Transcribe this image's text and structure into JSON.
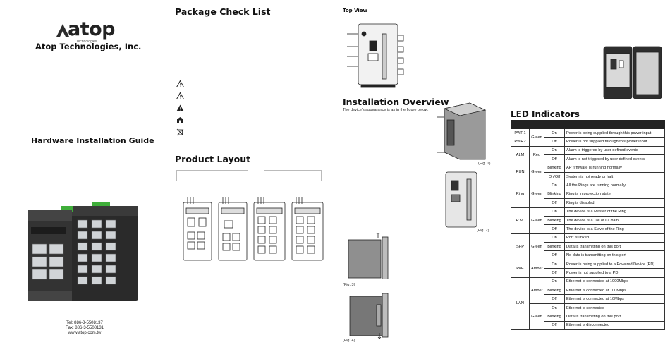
{
  "cover": {
    "logo_text": "atop",
    "logo_sub": "Technologies",
    "company": "Atop Technologies, Inc.",
    "title": "Hardware Installation Guide",
    "contact": {
      "tel": "Tel: 886-3-5508137",
      "fax": "Fax: 886-3-5508131",
      "web": "www.atop.com.tw"
    }
  },
  "package": {
    "title": "Package Check List",
    "warning_icons": [
      "caution-icon",
      "caution-icon",
      "hazard-icon",
      "building-icon",
      "recycle-bin-icon"
    ]
  },
  "layout": {
    "title": "Product Layout"
  },
  "top_view": {
    "title": "Top View"
  },
  "overview": {
    "title": "Installation Overview",
    "desc": "The device's appearance is as in the figure below.",
    "fig1": "(Fig. 1)",
    "fig2": "(Fig. 2)",
    "fig3": "(Fig. 3)",
    "fig4": "(Fig. 4)"
  },
  "led": {
    "title": "LED Indicators",
    "rows": [
      {
        "name": "PWR1",
        "color": "Green",
        "status": "On",
        "desc": "Power is being supplied through this power input"
      },
      {
        "name": "PWR2",
        "color": "",
        "status": "Off",
        "desc": "Power is not supplied through this power input"
      },
      {
        "name": "ALM",
        "color": "Red",
        "status": "On",
        "desc": "Alarm is triggered by user defined events"
      },
      {
        "name": "",
        "color": "",
        "status": "Off",
        "desc": "Alarm is not triggered by user defined events"
      },
      {
        "name": "RUN",
        "color": "Green",
        "status": "Blinking",
        "desc": "AP firmware is running normally"
      },
      {
        "name": "",
        "color": "",
        "status": "On/Off",
        "desc": "System is not ready or halt"
      },
      {
        "name": "Ring",
        "color": "Green",
        "status": "On",
        "desc": "All the Rings are running normally"
      },
      {
        "name": "",
        "color": "",
        "status": "Blinking",
        "desc": "Ring is in protection state"
      },
      {
        "name": "",
        "color": "",
        "status": "Off",
        "desc": "Ring is disabled"
      },
      {
        "name": "R.M.",
        "color": "Green",
        "status": "On",
        "desc": "The device is a Master of the Ring"
      },
      {
        "name": "",
        "color": "",
        "status": "Blinking",
        "desc": "The device is a Tail of CChain"
      },
      {
        "name": "",
        "color": "",
        "status": "Off",
        "desc": "The device is a Slave of the Ring"
      },
      {
        "name": "SFP",
        "color": "Green",
        "status": "On",
        "desc": "Port is linked"
      },
      {
        "name": "",
        "color": "",
        "status": "Blinking",
        "desc": "Data is transmitting on this port"
      },
      {
        "name": "",
        "color": "",
        "status": "Off",
        "desc": "No data is transmitting on this port"
      },
      {
        "name": "PoE",
        "color": "Amber",
        "status": "On",
        "desc": "Power is being supplied to a Powered Device (PD)"
      },
      {
        "name": "",
        "color": "",
        "status": "Off",
        "desc": "Power is not supplied to a PD"
      },
      {
        "name": "LAN",
        "color": "Amber",
        "status": "On",
        "desc": "Ethernet is connected at 1000Mbps"
      },
      {
        "name": "",
        "color": "",
        "status": "Blinking",
        "desc": "Ethernet is connected at 100Mbps"
      },
      {
        "name": "",
        "color": "",
        "status": "Off",
        "desc": "Ethernet is connected at 10Mbps"
      },
      {
        "name": "",
        "color": "Green",
        "status": "On",
        "desc": "Ethernet is connected"
      },
      {
        "name": "",
        "color": "",
        "status": "Blinking",
        "desc": "Data is transmitting on this port"
      },
      {
        "name": "",
        "color": "",
        "status": "Off",
        "desc": "Ethernet is disconnected"
      }
    ]
  }
}
